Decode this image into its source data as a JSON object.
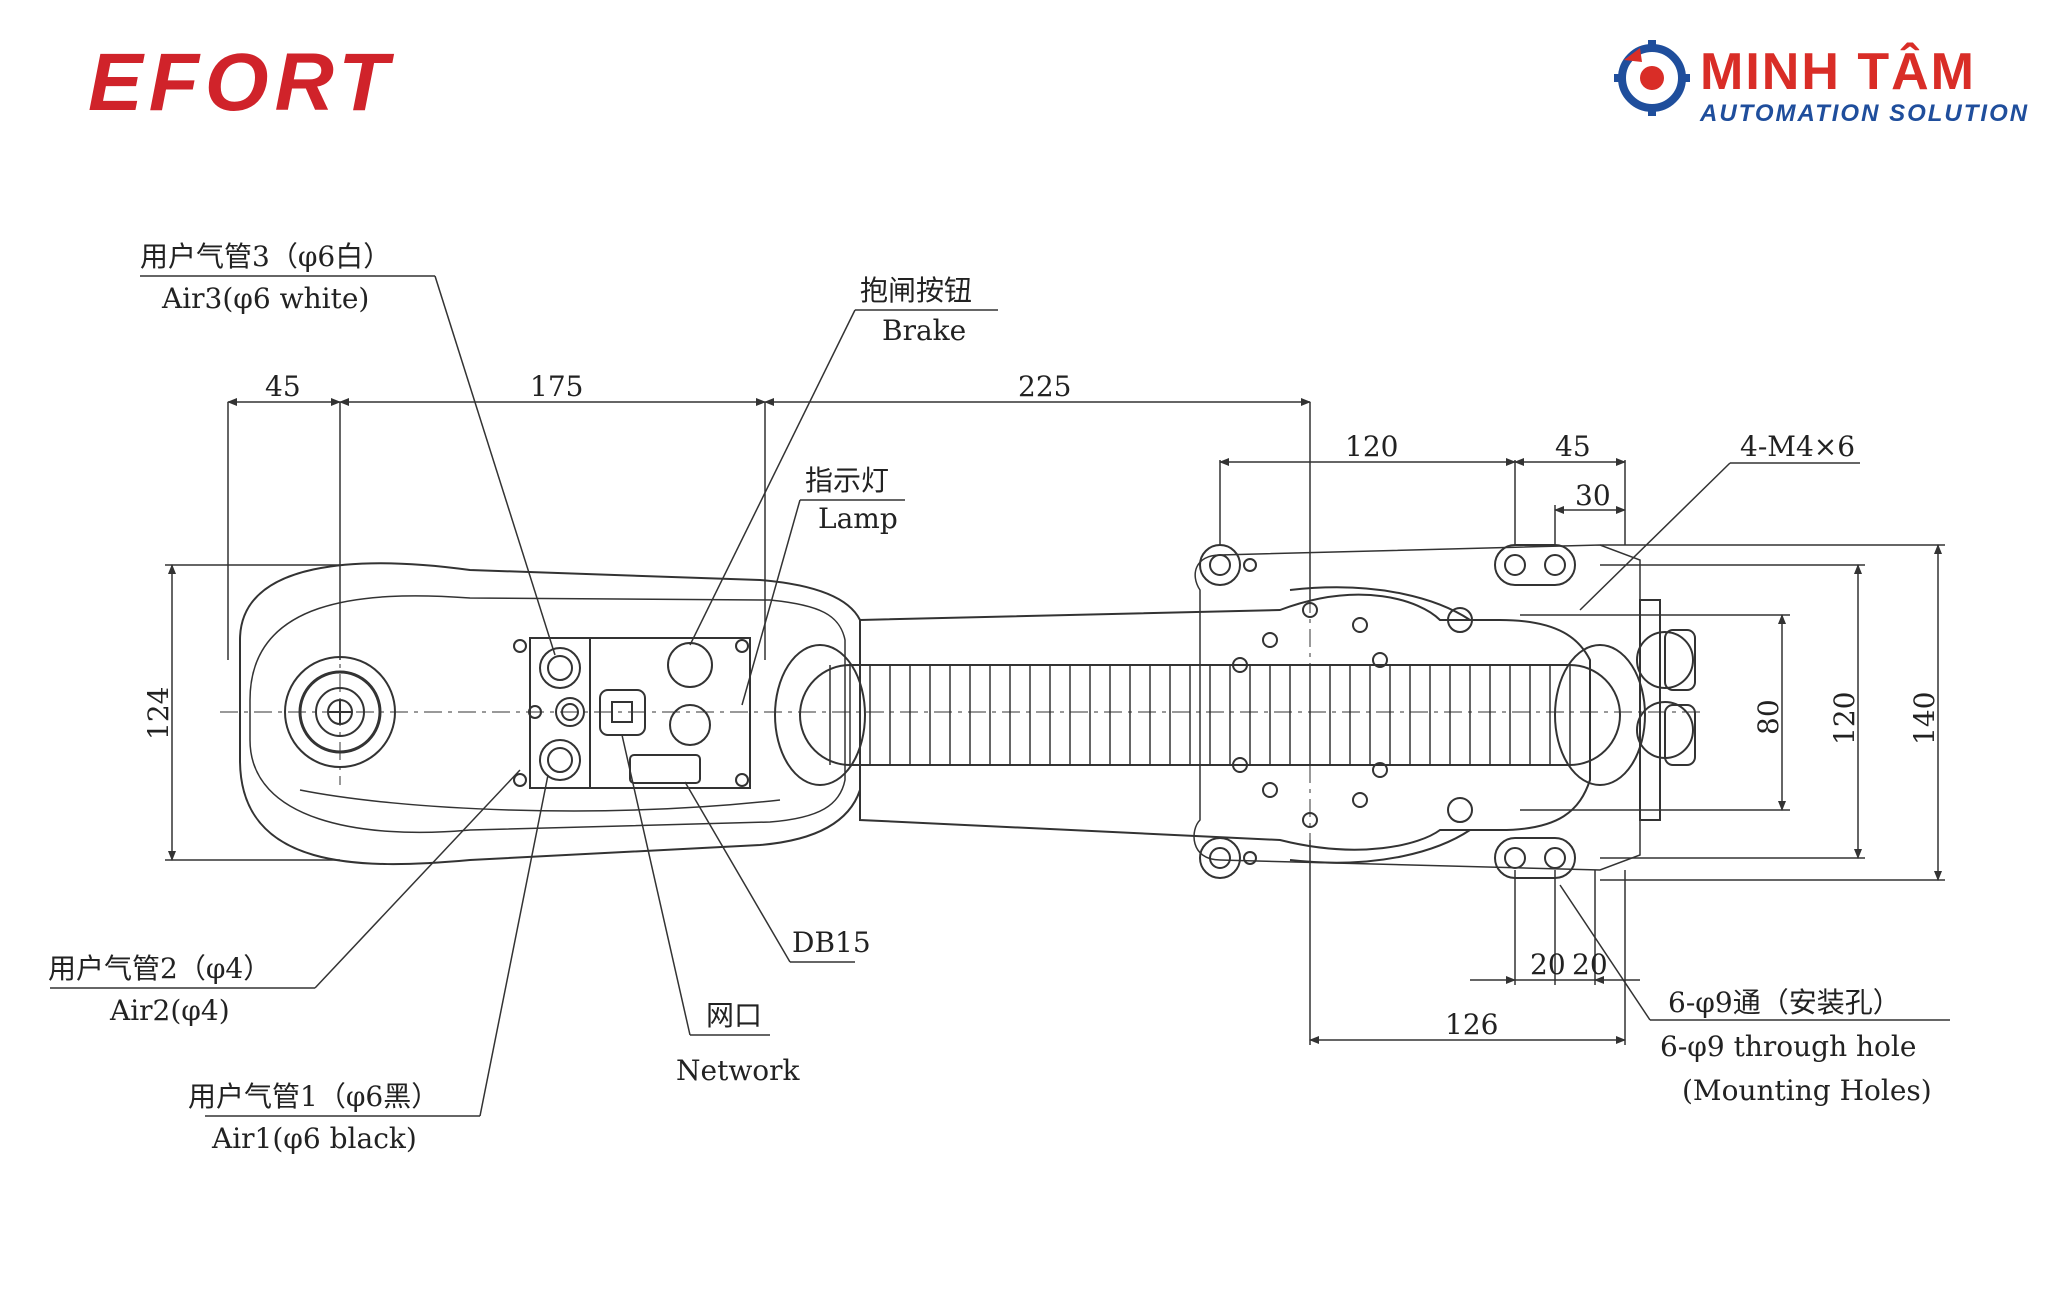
{
  "brand": {
    "left_logo": "EFORT",
    "right_logo_title": "MINH TÂM",
    "right_logo_sub": "AUTOMATION SOLUTION"
  },
  "colors": {
    "efort_red": "#d0232a",
    "mt_red": "#d92d27",
    "mt_blue": "#1f4e9c",
    "line": "#333333"
  },
  "icons": {
    "gear": "gear-icon"
  },
  "callouts": {
    "air3_cn": "用户气管3（φ6白）",
    "air3_en": "Air3(φ6 white)",
    "brake_cn": "抱闸按钮",
    "brake_en": "Brake",
    "lamp_cn": "指示灯",
    "lamp_en": "Lamp",
    "air2_cn": "用户气管2（φ4）",
    "air2_en": "Air2(φ4)",
    "air1_cn": "用户气管1（φ6黑）",
    "air1_en": "Air1(φ6 black)",
    "db15": "DB15",
    "net_cn": "网口",
    "net_en": "Network",
    "m4": "4-M4×6",
    "holes_cn": "6-φ9通（安装孔）",
    "holes_en1": "6-φ9 through hole",
    "holes_en2": "(Mounting Holes)"
  },
  "dims": {
    "d45a": "45",
    "d175": "175",
    "d225": "225",
    "d120a": "120",
    "d45b": "45",
    "d30": "30",
    "d124": "124",
    "d80": "80",
    "d120b": "120",
    "d140": "140",
    "d20a": "20",
    "d20b": "20",
    "d126": "126"
  }
}
